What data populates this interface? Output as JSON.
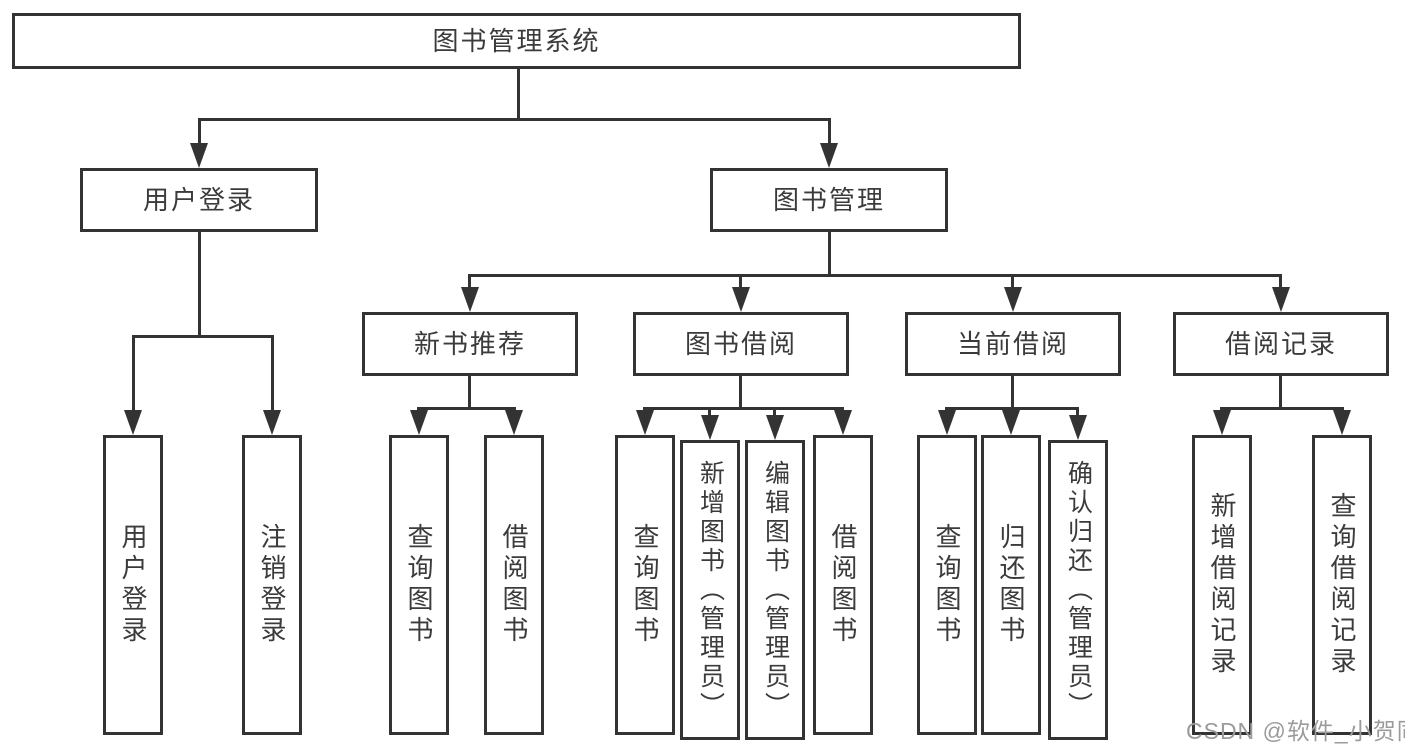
{
  "title": {
    "label": "图书管理系统"
  },
  "level2": {
    "user_login": {
      "label": "用户登录"
    },
    "book_mgmt": {
      "label": "图书管理"
    }
  },
  "level3": {
    "new_books": {
      "label": "新书推荐"
    },
    "book_borrow": {
      "label": "图书借阅"
    },
    "current_borrow": {
      "label": "当前借阅"
    },
    "borrow_records": {
      "label": "借阅记录"
    }
  },
  "leaves": {
    "user_login": {
      "label": "用户登录"
    },
    "logout": {
      "label": "注销登录"
    },
    "nb_query": {
      "label": "查询图书"
    },
    "nb_borrow": {
      "label": "借阅图书"
    },
    "bb_query": {
      "label": "查询图书"
    },
    "bb_add": {
      "label": "新增图书（管理员）"
    },
    "bb_edit": {
      "label": "编辑图书（管理员）"
    },
    "bb_borrow": {
      "label": "借阅图书"
    },
    "cb_query": {
      "label": "查询图书"
    },
    "cb_return": {
      "label": "归还图书"
    },
    "cb_confirm": {
      "label": "确认归还（管理员）"
    },
    "br_add": {
      "label": "新增借阅记录"
    },
    "br_query": {
      "label": "查询借阅记录"
    }
  },
  "watermark": {
    "label": "CSDN @软件_小贺同学"
  },
  "colors": {
    "line": "#333333",
    "text": "#3b3b3b",
    "watermark": "#9b9b9b",
    "background": "#ffffff"
  }
}
